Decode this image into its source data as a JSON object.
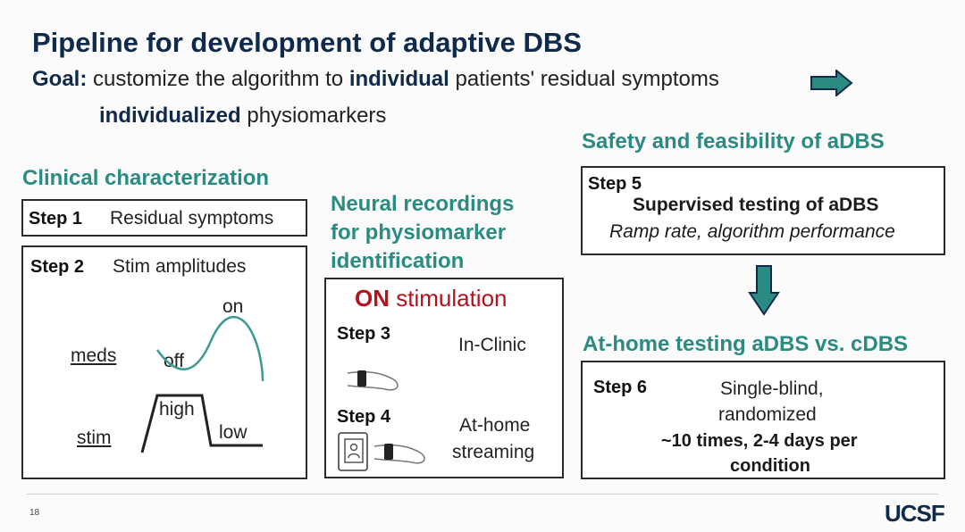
{
  "title": "Pipeline for development of adaptive DBS",
  "goal": {
    "label": "Goal:",
    "text1": " customize the algorithm to ",
    "bold1": "individual",
    "text2": " patients' residual symptoms",
    "bold2": "individualized",
    "text3": " physiomarkers"
  },
  "sections": {
    "clinical": "Clinical characterization",
    "neural": [
      "Neural recordings",
      "for physiomarker",
      "identification"
    ],
    "safety": "Safety and feasibility of aDBS",
    "athome": "At-home testing aDBS vs. cDBS"
  },
  "step1": {
    "step": "Step 1",
    "label": "Residual symptoms"
  },
  "step2": {
    "step": "Step 2",
    "label": "Stim amplitudes",
    "meds": "meds",
    "on": "on",
    "off": "off",
    "stim": "stim",
    "high": "high",
    "low": "low"
  },
  "on_stim": {
    "on": "ON",
    "rest": " stimulation"
  },
  "step3": {
    "step": "Step 3",
    "label": "In-Clinic"
  },
  "step4": {
    "step": "Step 4",
    "label1": "At-home",
    "label2": "streaming"
  },
  "step5": {
    "step": "Step 5",
    "label": "Supervised testing of aDBS",
    "sub": "Ramp rate, algorithm performance"
  },
  "step6": {
    "step": "Step 6",
    "label1": "Single-blind,",
    "label2": "randomized",
    "bold1": "~10 times, 2-4 days per",
    "bold2": "condition"
  },
  "footer": {
    "page": "18",
    "logo": "UCSF"
  },
  "colors": {
    "teal": "#2a8b82",
    "navy": "#0f2a4a",
    "red": "#b5121b"
  }
}
